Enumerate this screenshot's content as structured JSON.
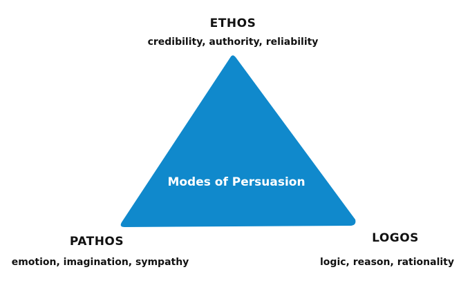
{
  "colors": {
    "triangle_fill": "#1089cc",
    "text": "#111111",
    "center_text": "#ffffff"
  },
  "center_label": "Modes of Persuasion",
  "modes": {
    "ethos": {
      "title": "ETHOS",
      "description": "credibility, authority, reliability"
    },
    "pathos": {
      "title": "PATHOS",
      "description": "emotion, imagination, sympathy"
    },
    "logos": {
      "title": "LOGOS",
      "description": "logic, reason, rationality"
    }
  }
}
